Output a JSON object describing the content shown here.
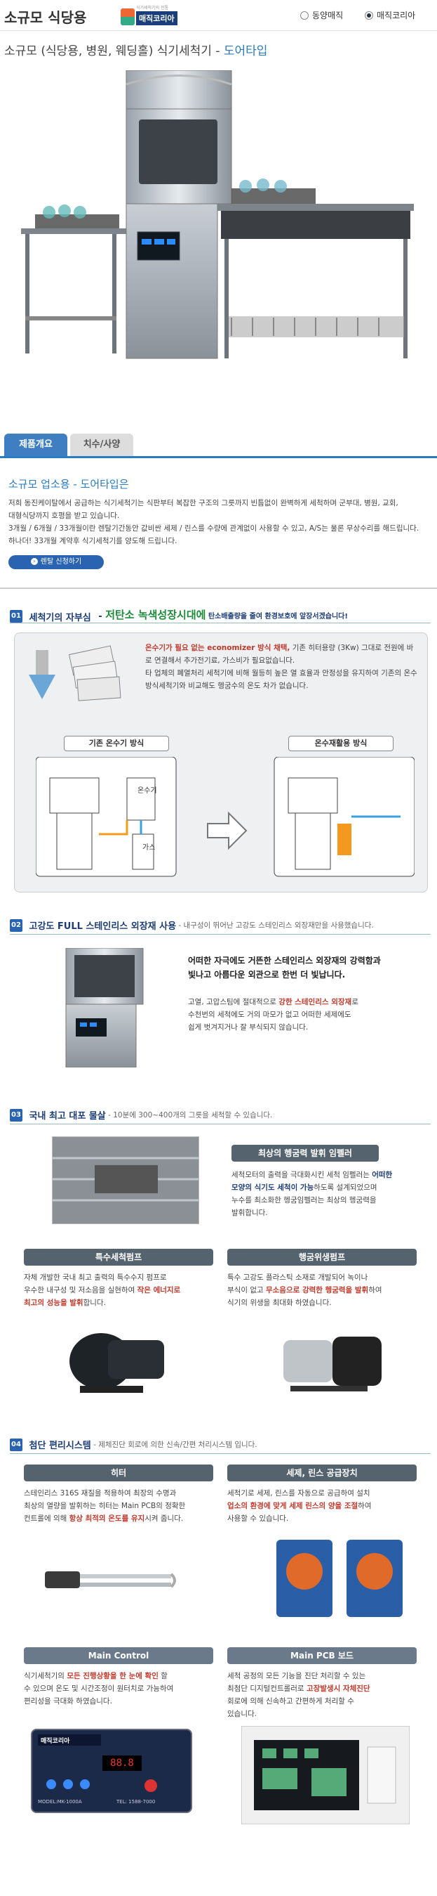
{
  "header": {
    "title": "소규모 식당용",
    "logo_tag": "식기세척기의 전통",
    "logo_word": "매직코리아",
    "radio1": "동양매직",
    "radio2": "매직코리아"
  },
  "subtitle": {
    "main": "소규모 (식당용, 병원, 웨딩홀) 식기세척기 - ",
    "accent": "도어타입"
  },
  "tabs": {
    "t1": "제품개요",
    "t2": "치수/사양"
  },
  "intro": {
    "title": "소규모 업소용 - 도어타입은",
    "p1": "저희 동진케이탈에서 공급하는 식기세척기는 식판부터 복잡한 구조의 그릇까지 빈틈없이 완벽하게 세척하며 군부대, 병원, 교회,",
    "p2": "대형식당까지 호평을 받고 있습니다.",
    "p3": "3개월 / 6개월 / 33개월이란 렌탈기간동안 값비싼 세제 / 린스를 수량에 관계없이 사용할 수 있고, A/S는 물론 무상수리를 해드립니다.",
    "p4": "하나더! 33개월 계약후 식기세척기를 양도해 드립니다.",
    "button": "렌탈 신청하기"
  },
  "s1": {
    "num": "01",
    "head": "세척기의 자부심",
    "dash": " - ",
    "slogan": "저탄소 녹색성장시대에",
    "slogan2": " 탄소배출량을 줄여 환경보호에 앞장서겠습니다!",
    "t1": "온수기가 필요 없는 economizer 방식 채택,",
    "t1b": " 기존 히터용량 (3Kw) 그대로 전원에 바로 연결해서 추가전기료, 가스비가 필요없습니다.",
    "t2": "타 업체의 폐열처리 세척기에 비해 월등히 높은 열 효율과 안정성을 유지하여 기존의 온수방식세척기와 비교해도 헹굼수의 온도 차가 없습니다.",
    "label_old": "기존 온수기 방식",
    "label_new": "온수재활용 방식",
    "heater": "온수기",
    "gas": "가스"
  },
  "s2": {
    "num": "02",
    "head": "고강도 FULL 스테인리스 외장재 사용",
    "sub": " - 내구성이 뛰어난 고강도 스테인리스 외장재만을 사용했습니다.",
    "p1": "어떠한 자극에도 거뜬한 스테인리스 외장재의 강력함과",
    "p2": "빛나고 아름다운 외관으로 한번 더 빛납니다.",
    "q1a": "고열, 고압스팀에 절대적으로 ",
    "q1b": "강한 스테인리스 외장재",
    "q1c": "로",
    "q2": "수천번의 세척에도 거의 마모가 없고 어떠한 세제에도",
    "q3": "쉽게 벗겨지거나 잘 부식되지 않습니다."
  },
  "s3": {
    "num": "03",
    "head": "국내 최고 대포 물살",
    "sub": " - 10분에 300~400개의 그릇을 세척할 수 있습니다.",
    "b1": "최상의 헹굼력 발휘 임펠러",
    "b1t1": "세척모터의 출력을 극대화시킨 세척 임펠러는 ",
    "b1t1b": "어떠한",
    "b1t2": "모양의 식기도 세척이 가능",
    "b1t2b": "하도록 설계되었으며",
    "b1t3": "누수를 최소화한 헹굼임펠러는 최상의 헹굼력을",
    "b1t4": "발휘합니다.",
    "b2": "특수세척펌프",
    "b2t1": "자체 개발한 국내 최고 출력의 특수수지 펌프로",
    "b2t2": "우수한 내구성 및 저소음을 실현하여 ",
    "b2t2b": "작은 에너지로",
    "b2t3": "최고의 성능을 발휘",
    "b2t3b": "합니다.",
    "b3": "행굼위생펌프",
    "b3t1": "특수 고강도 플라스틱 소재로 개발되어 녹이나",
    "b3t2": "부식이 없고 ",
    "b3t2b": "무소음으로 강력한 헹굼력을 발휘",
    "b3t2c": "하여",
    "b3t3": "식기의 위생을 최대화 하였습니다."
  },
  "s4": {
    "num": "04",
    "head": "첨단 편리시스템",
    "sub": " - 제체진단 회로에 의한 신속/간편 처리시스템 입니다.",
    "b1": "히터",
    "b1t1": "스테인리스 316S 재질을 적용하여 최장의 수명과",
    "b1t2": "최상의 열량을 발휘하는 히터는 Main PCB의 정확한",
    "b1t3": "컨트롤에 의해 ",
    "b1t3b": "항상 최적의 온도를 유지",
    "b1t3c": "시켜 줍니다.",
    "b2": "세제, 린스 공급장치",
    "b2t1": "세척기로 세제, 린스를 자동으로 공급하여 설치",
    "b2t2": "업소의 환경에 맞게 세제 린스의 양을 조절",
    "b2t2b": "하여",
    "b2t3": "사용할 수 있습니다.",
    "b3": "Main Control",
    "b3t1": "식기세척기의 ",
    "b3t1b": "모든 진행상황을 한 눈에 확인",
    "b3t1c": " 할",
    "b3t2": "수 있으며 온도 및 시간조정이 원터치로 가능하여",
    "b3t3": "편리성을 극대화 하였습니다.",
    "b4": "Main PCB 보드",
    "b4t1": "세척 공정의 모든 기능을 진단 처리할 수 있는",
    "b4t2": "최첨단 디지털컨트롤러로 ",
    "b4t2b": "고장발생시 자체진단",
    "b4t3": "회로에 의해 신속하고 간편하게 처리할 수",
    "b4t4": "있습니다.",
    "panel_brand": "매직코리아",
    "panel_model": "MODEL:MK-1000A",
    "panel_phone": "TEL: 1588-7000"
  }
}
